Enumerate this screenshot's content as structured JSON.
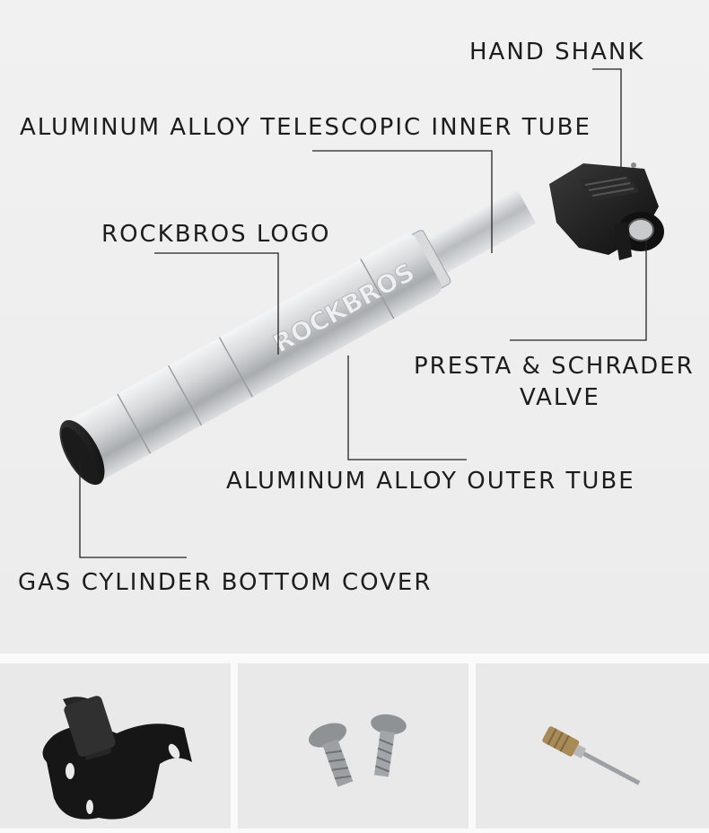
{
  "labels": {
    "hand_shank": "HAND SHANK",
    "inner_tube": "ALUMINUM ALLOY TELESCOPIC INNER TUBE",
    "logo": "ROCKBROS LOGO",
    "valve_line1": "PRESTA & SCHRADER",
    "valve_line2": "VALVE",
    "outer_tube": "ALUMINUM ALLOY OUTER TUBE",
    "bottom_cover": "GAS CYLINDER BOTTOM COVER"
  },
  "product": {
    "logo_text": "ROCKBROS"
  },
  "accessories": [
    "mount-bracket",
    "screws",
    "inflation-needle"
  ],
  "colors": {
    "background": "#ececec",
    "text": "#1d1d1d",
    "leader_line": "#222222",
    "aluminum": "#c9cbcd",
    "rubber": "#1a1a1a"
  }
}
